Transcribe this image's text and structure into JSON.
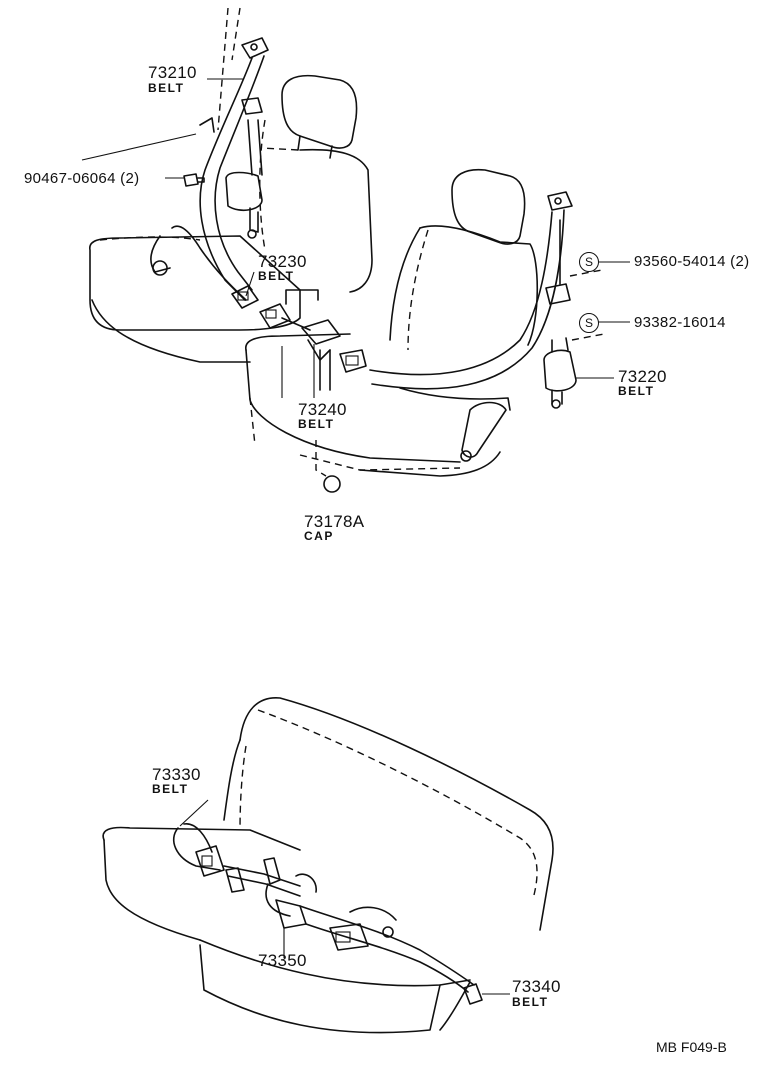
{
  "callouts": {
    "p73210": {
      "number": "73210",
      "name": "BELT"
    },
    "p90467": {
      "number": "90467-06064 (2)"
    },
    "p73230": {
      "number": "73230",
      "name": "BELT"
    },
    "p73240": {
      "number": "73240",
      "name": "BELT"
    },
    "p73178": {
      "number": "73178A",
      "name": "CAP"
    },
    "p93560": {
      "number": "93560-54014 (2)",
      "marker": "S"
    },
    "p93382": {
      "number": "93382-16014",
      "marker": "S"
    },
    "p73220": {
      "number": "73220",
      "name": "BELT"
    },
    "p73330": {
      "number": "73330",
      "name": "BELT"
    },
    "p73350": {
      "number": "73350"
    },
    "p73340": {
      "number": "73340",
      "name": "BELT"
    }
  },
  "footer": {
    "code": "MB  F049-B"
  }
}
